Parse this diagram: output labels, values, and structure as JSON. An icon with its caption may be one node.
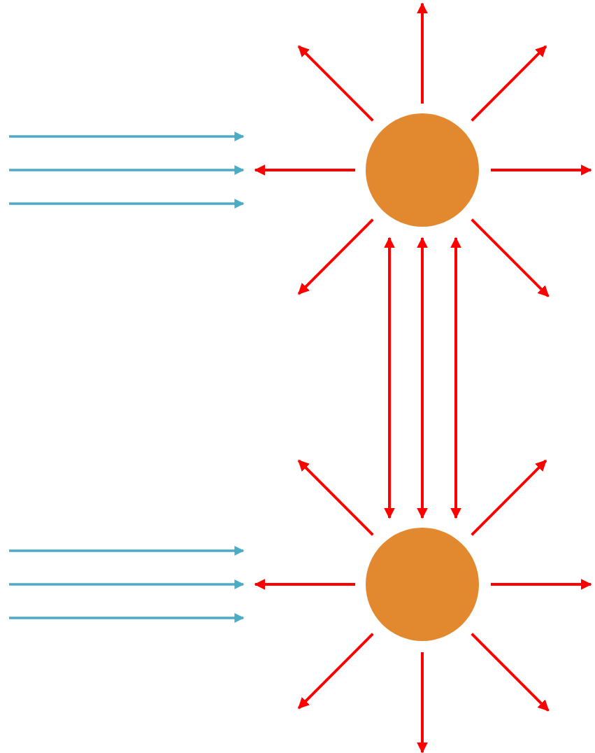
{
  "diagram": {
    "nodes": [
      {
        "text": [],
        "shape": "circle"
      },
      {
        "text": [],
        "shape": "circle"
      }
    ],
    "edges": [
      {
        "from": 0,
        "to": null,
        "arrow": "to"
      },
      {
        "from": 0,
        "to": null,
        "arrow": "to"
      },
      {
        "from": 0,
        "to": null,
        "arrow": "to"
      },
      {
        "from": 0,
        "to": null,
        "arrow": "to"
      },
      {
        "from": 0,
        "to": null,
        "arrow": "to"
      },
      {
        "from": 0,
        "to": null,
        "arrow": "to"
      },
      {
        "from": 0,
        "to": null,
        "arrow": "to"
      },
      {
        "from": 0,
        "to": 1,
        "arrow": "both"
      },
      {
        "from": 0,
        "to": 1,
        "arrow": "both"
      },
      {
        "from": 0,
        "to": 1,
        "arrow": "both"
      },
      {
        "from": 1,
        "to": null,
        "arrow": "to"
      },
      {
        "from": 1,
        "to": null,
        "arrow": "to"
      },
      {
        "from": 1,
        "to": null,
        "arrow": "to"
      },
      {
        "from": 1,
        "to": null,
        "arrow": "to"
      },
      {
        "from": 1,
        "to": null,
        "arrow": "to"
      },
      {
        "from": 1,
        "to": null,
        "arrow": "to"
      },
      {
        "from": 1,
        "to": null,
        "arrow": "to"
      }
    ]
  }
}
